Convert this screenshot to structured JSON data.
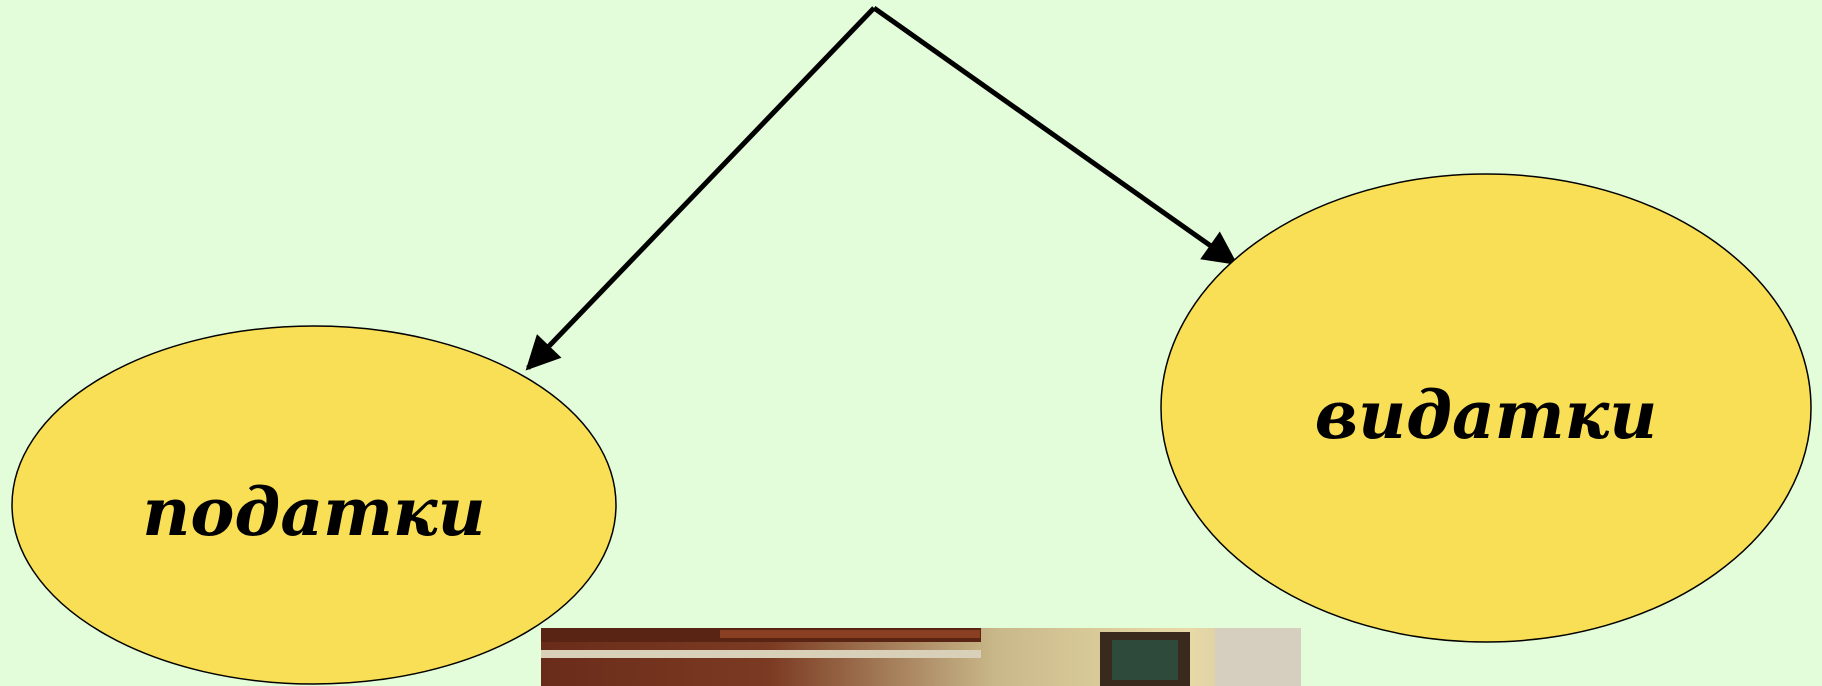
{
  "diagram": {
    "nodes": [
      {
        "id": "left",
        "label": "податки"
      },
      {
        "id": "right",
        "label": "видатки"
      }
    ],
    "edges": [
      {
        "from": "apex",
        "to": "left"
      },
      {
        "from": "apex",
        "to": "right"
      }
    ]
  },
  "colors": {
    "background": "#e3fcd9",
    "ellipse_fill": "#f9df55",
    "ellipse_stroke": "#000000",
    "arrow": "#000000"
  },
  "photo": {
    "description_icon": "photo-icon"
  }
}
